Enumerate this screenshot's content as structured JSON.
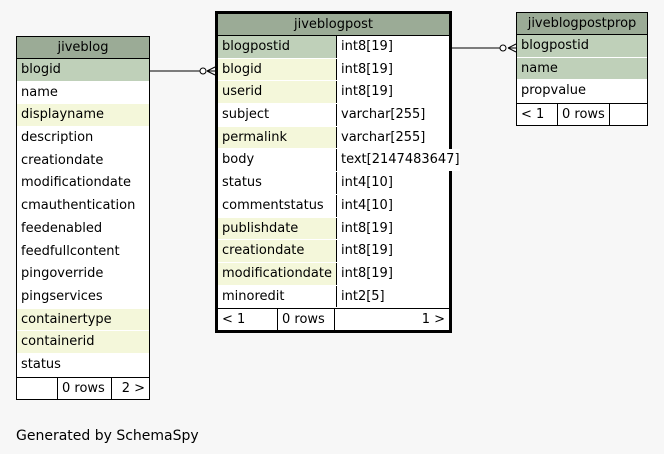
{
  "tables": {
    "jiveblog": {
      "title": "jiveblog",
      "columns": [
        {
          "name": "blogid",
          "kind": "pk"
        },
        {
          "name": "name",
          "kind": "plain"
        },
        {
          "name": "displayname",
          "kind": "fk"
        },
        {
          "name": "description",
          "kind": "plain"
        },
        {
          "name": "creationdate",
          "kind": "plain"
        },
        {
          "name": "modificationdate",
          "kind": "plain"
        },
        {
          "name": "cmauthentication",
          "kind": "plain"
        },
        {
          "name": "feedenabled",
          "kind": "plain"
        },
        {
          "name": "feedfullcontent",
          "kind": "plain"
        },
        {
          "name": "pingoverride",
          "kind": "plain"
        },
        {
          "name": "pingservices",
          "kind": "plain"
        },
        {
          "name": "containertype",
          "kind": "fk"
        },
        {
          "name": "containerid",
          "kind": "fk"
        },
        {
          "name": "status",
          "kind": "plain"
        }
      ],
      "footer": {
        "parents": "",
        "rows": "0 rows",
        "children": "2 >"
      }
    },
    "jiveblogpost": {
      "title": "jiveblogpost",
      "columns": [
        {
          "name": "blogpostid",
          "type": "int8[19]",
          "kind": "pk"
        },
        {
          "name": "blogid",
          "type": "int8[19]",
          "kind": "fk"
        },
        {
          "name": "userid",
          "type": "int8[19]",
          "kind": "fk"
        },
        {
          "name": "subject",
          "type": "varchar[255]",
          "kind": "plain"
        },
        {
          "name": "permalink",
          "type": "varchar[255]",
          "kind": "fk"
        },
        {
          "name": "body",
          "type": "text[2147483647]",
          "kind": "plain"
        },
        {
          "name": "status",
          "type": "int4[10]",
          "kind": "plain"
        },
        {
          "name": "commentstatus",
          "type": "int4[10]",
          "kind": "plain"
        },
        {
          "name": "publishdate",
          "type": "int8[19]",
          "kind": "fk"
        },
        {
          "name": "creationdate",
          "type": "int8[19]",
          "kind": "fk"
        },
        {
          "name": "modificationdate",
          "type": "int8[19]",
          "kind": "fk"
        },
        {
          "name": "minoredit",
          "type": "int2[5]",
          "kind": "plain"
        }
      ],
      "footer": {
        "parents": "< 1",
        "rows": "0 rows",
        "children": "1 >"
      }
    },
    "jiveblogpostprop": {
      "title": "jiveblogpostprop",
      "columns": [
        {
          "name": "blogpostid",
          "kind": "pk"
        },
        {
          "name": "name",
          "kind": "pk"
        },
        {
          "name": "propvalue",
          "kind": "plain"
        }
      ],
      "footer": {
        "parents": "< 1",
        "rows": "0 rows",
        "children": ""
      }
    }
  },
  "colors": {
    "header": "#9bab96",
    "primary_key": "#bfd0b9",
    "foreign_key": "#f4f7da",
    "background": "#f7f7f7"
  },
  "credit": "Generated by SchemaSpy"
}
